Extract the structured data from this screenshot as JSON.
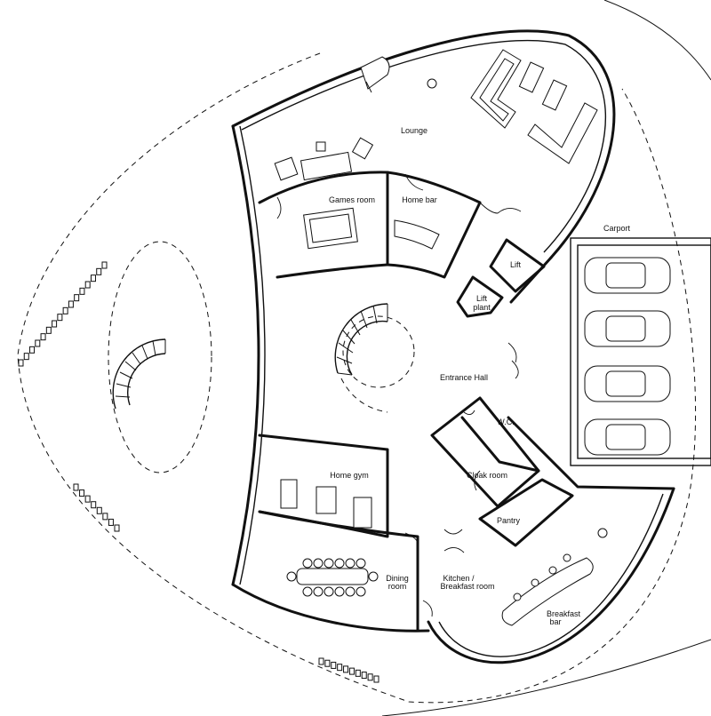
{
  "rooms": {
    "lounge": "Lounge",
    "games_room": "Games room",
    "home_bar": "Home bar",
    "carport": "Carport",
    "lift": "Lift",
    "lift_plant_1": "Lift",
    "lift_plant_2": "plant",
    "entrance_hall": "Entrance Hall",
    "wc": "W.C.",
    "cloak_room": "Cloak room",
    "home_gym": "Home gym",
    "pantry": "Pantry",
    "dining_1": "Dining",
    "dining_2": "room",
    "kitchen_1": "Kitchen /",
    "kitchen_2": "Breakfast room",
    "breakfast_1": "Breakfast",
    "breakfast_2": "bar"
  }
}
